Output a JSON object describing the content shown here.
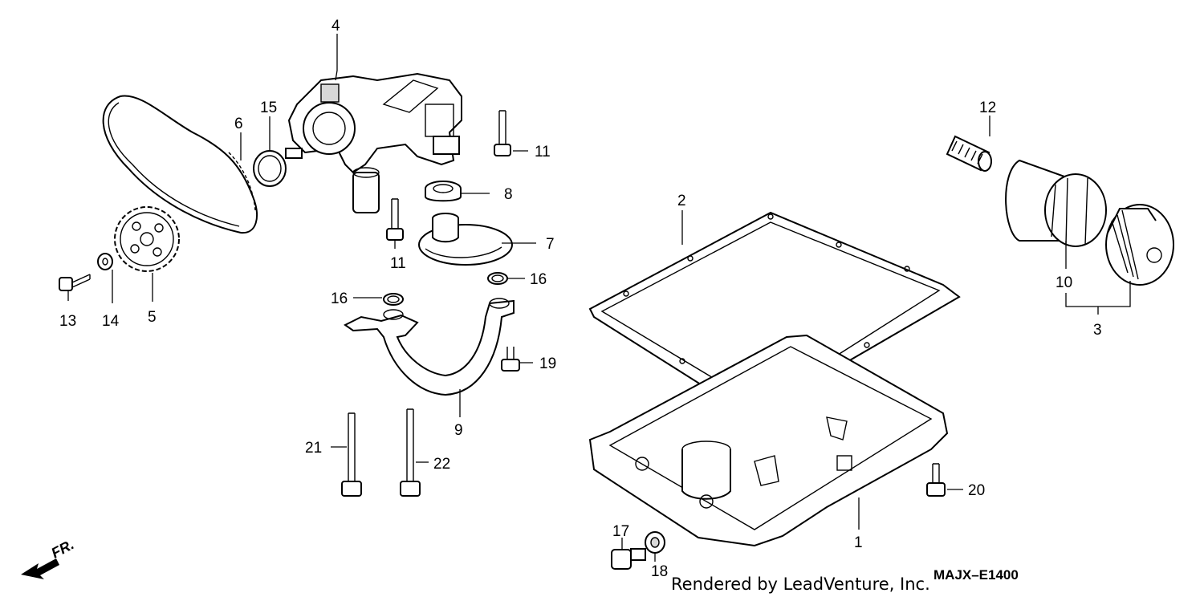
{
  "callouts": {
    "p1": "1",
    "p2": "2",
    "p3": "3",
    "p4": "4",
    "p5": "5",
    "p6": "6",
    "p7": "7",
    "p8": "8",
    "p9": "9",
    "p10": "10",
    "p11a": "11",
    "p11b": "11",
    "p12": "12",
    "p13": "13",
    "p14": "14",
    "p15": "15",
    "p16a": "16",
    "p16b": "16",
    "p17": "17",
    "p18": "18",
    "p19": "19",
    "p20": "20",
    "p21": "21",
    "p22": "22"
  },
  "front_marker": "FR.",
  "credit": "Rendered by LeadVenture, Inc.",
  "diagram_code": "MAJX–E1400"
}
